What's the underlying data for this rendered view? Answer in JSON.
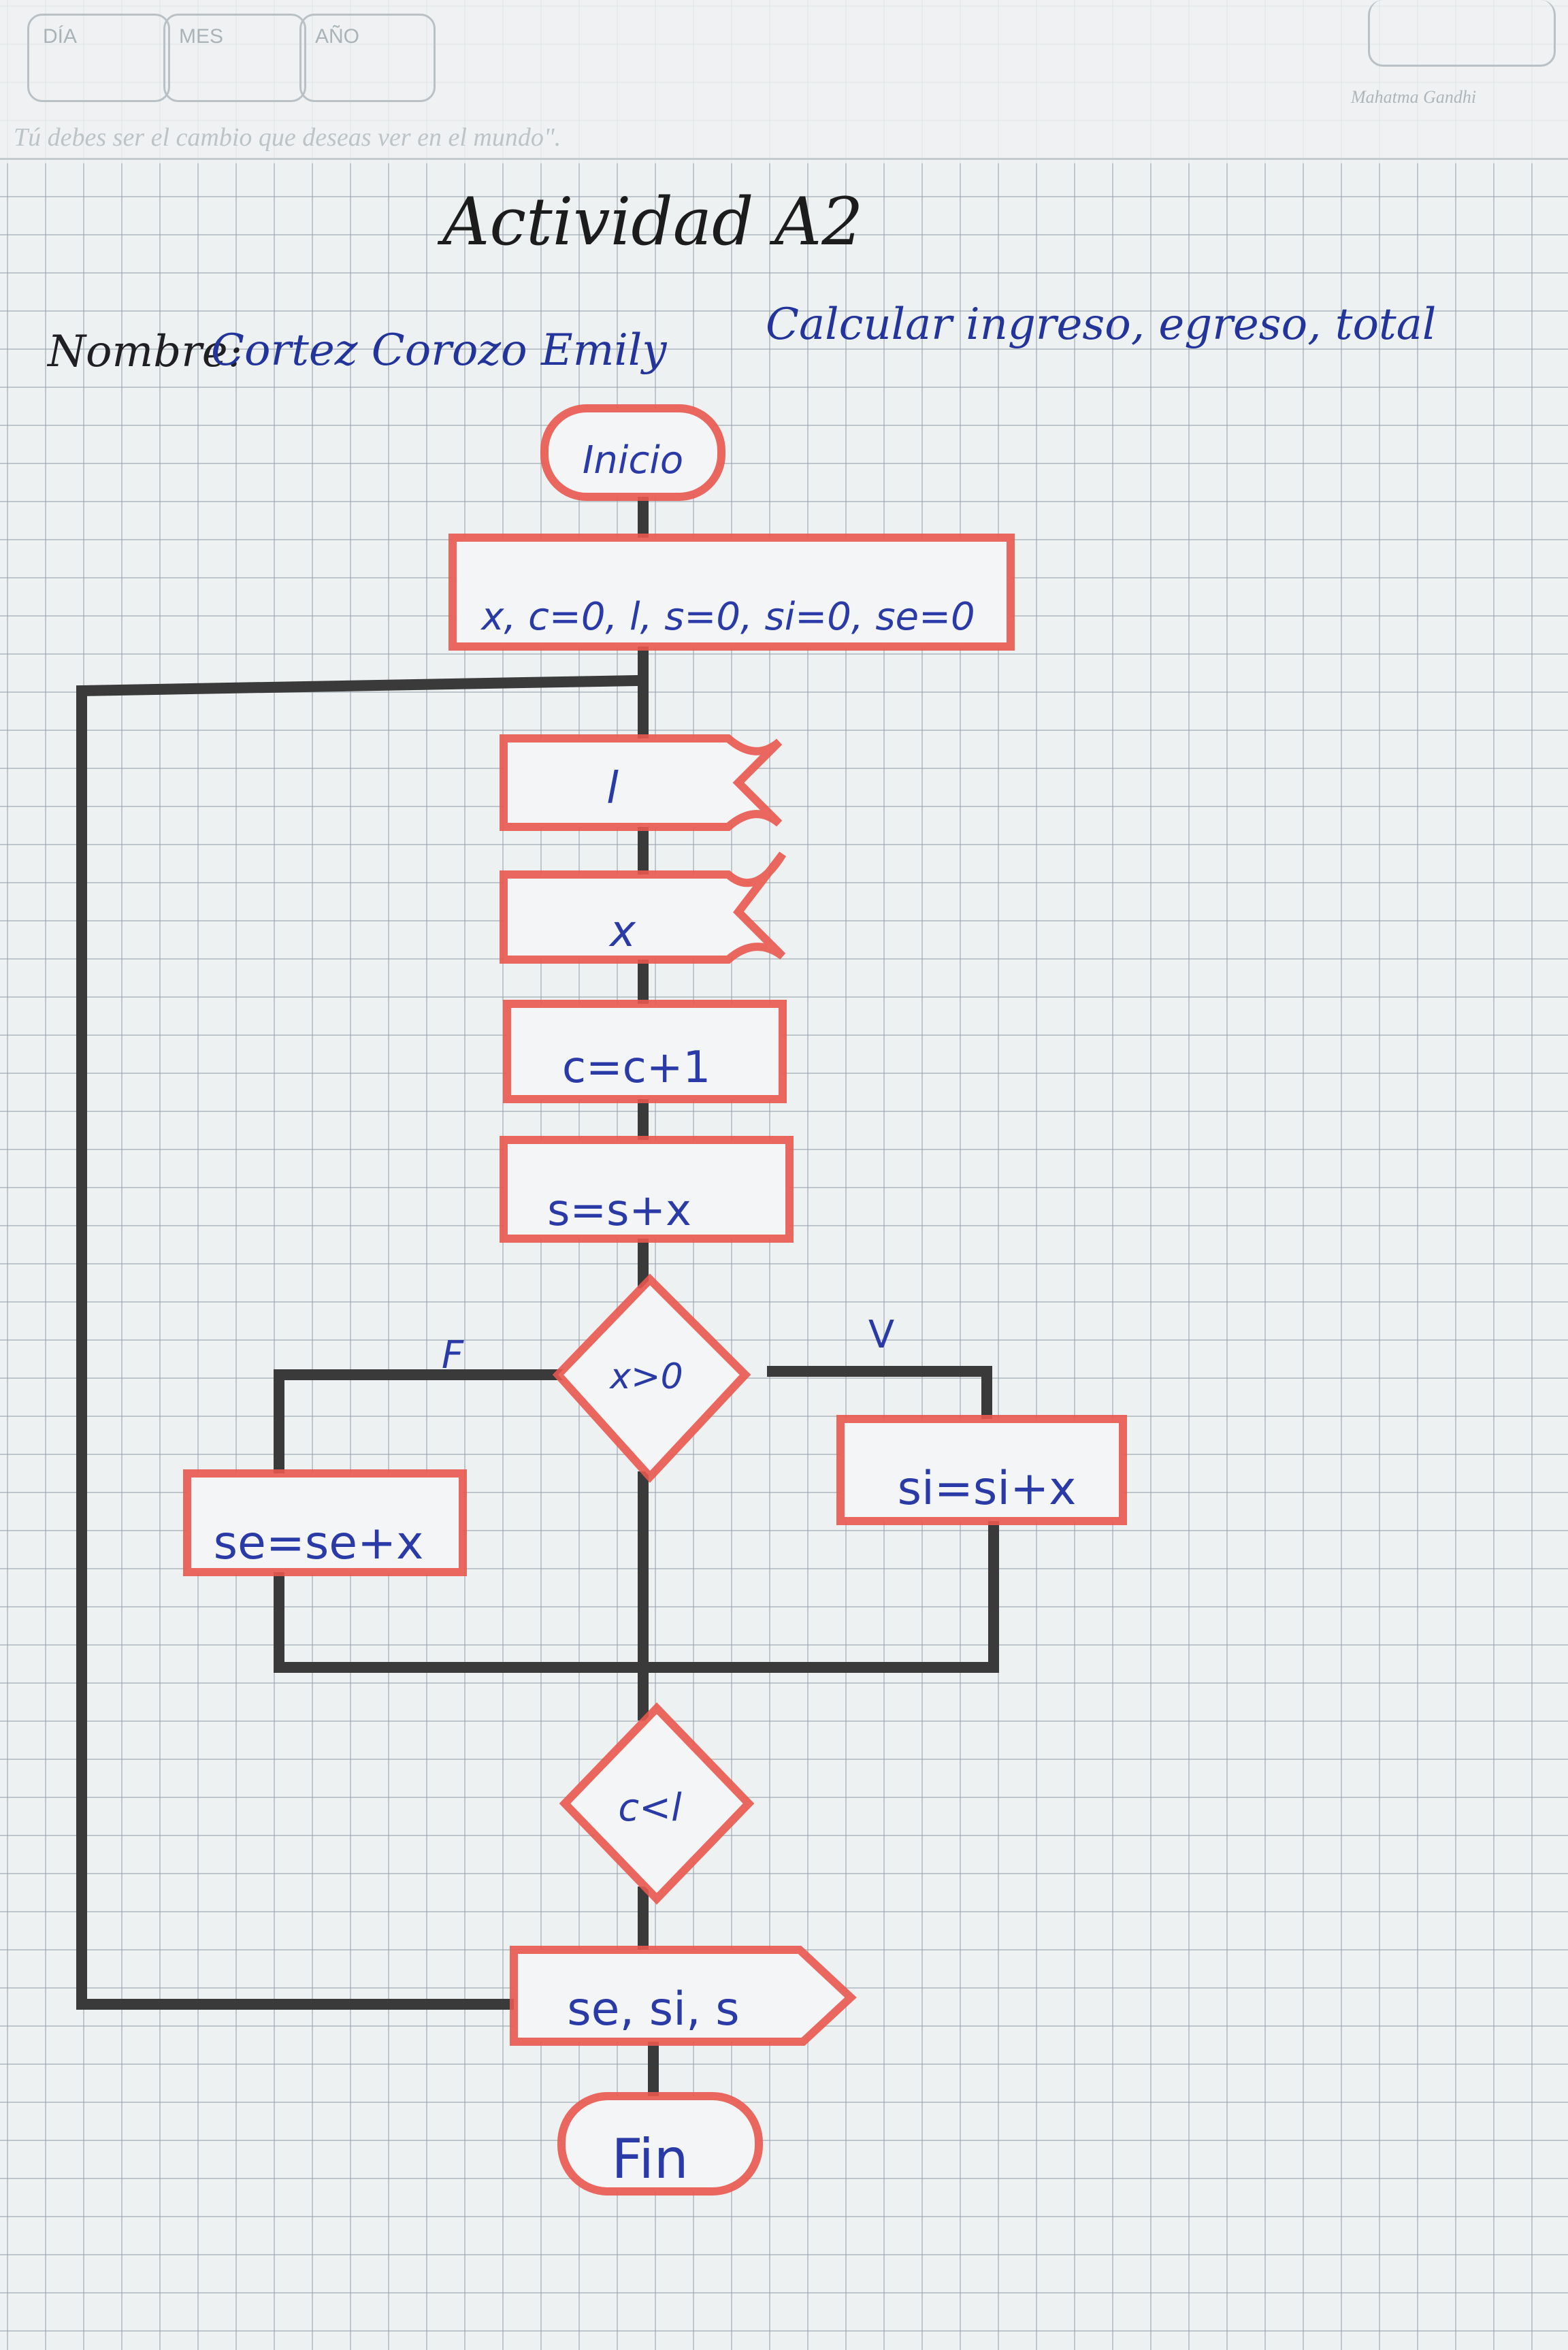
{
  "header": {
    "day_label": "DÍA",
    "month_label": "MES",
    "year_label": "AÑO",
    "quote": "Tú debes ser el cambio que deseas ver en el mundo\".",
    "quote_author": "Mahatma Gandhi"
  },
  "title": "Actividad A2",
  "name_label": "Nombre:",
  "name_value": "Cortez Corozo Emily",
  "task": "Calcular ingreso, egreso, total",
  "flowchart": {
    "start": "Inicio",
    "init": "x, c=0, l, s=0, si=0, se=0",
    "input_l": "l",
    "input_x": "x",
    "counter": "c=c+1",
    "sum": "s=s+x",
    "decision": "x>0",
    "false_label": "F",
    "true_label": "V",
    "true_branch": "si=si+x",
    "false_branch": "se=se+x",
    "loop_condition": "c<l",
    "output": "se, si, s",
    "end": "Fin"
  },
  "colors": {
    "outline": "#e8584f",
    "ink": "#2a3aa6",
    "pencil": "#3a3a3a"
  }
}
